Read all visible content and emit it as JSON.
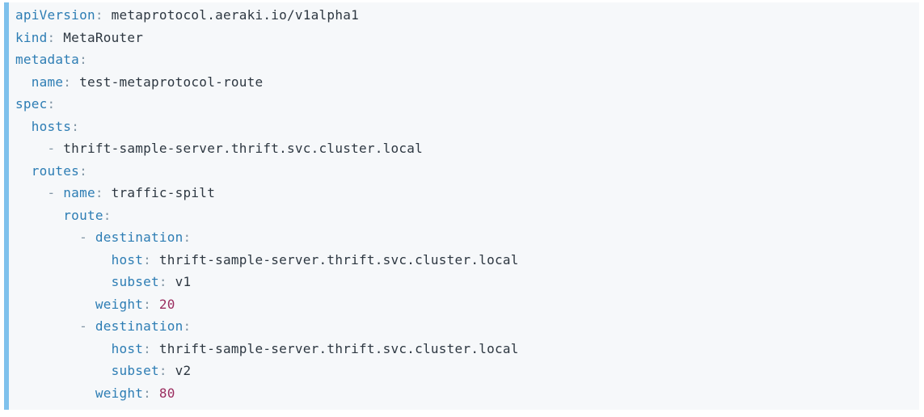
{
  "colors": {
    "page_background": "#ffffff",
    "code_background": "#f6f8fa",
    "accent_bar": "#7fc1ec",
    "key": "#2d7db4",
    "punctuation": "#8296a5",
    "value": "#2d3741",
    "number": "#9b2d5f"
  },
  "code_block": {
    "language": "yaml",
    "lines": [
      {
        "segments": [
          {
            "type": "key",
            "text": "apiVersion"
          },
          {
            "type": "punct",
            "text": ": "
          },
          {
            "type": "plain",
            "text": "metaprotocol.aeraki.io/v1alpha1"
          }
        ]
      },
      {
        "segments": [
          {
            "type": "key",
            "text": "kind"
          },
          {
            "type": "punct",
            "text": ": "
          },
          {
            "type": "plain",
            "text": "MetaRouter"
          }
        ]
      },
      {
        "segments": [
          {
            "type": "key",
            "text": "metadata"
          },
          {
            "type": "punct",
            "text": ":"
          }
        ]
      },
      {
        "segments": [
          {
            "type": "plain",
            "text": "  "
          },
          {
            "type": "key",
            "text": "name"
          },
          {
            "type": "punct",
            "text": ": "
          },
          {
            "type": "plain",
            "text": "test-metaprotocol-route"
          }
        ]
      },
      {
        "segments": [
          {
            "type": "key",
            "text": "spec"
          },
          {
            "type": "punct",
            "text": ":"
          }
        ]
      },
      {
        "segments": [
          {
            "type": "plain",
            "text": "  "
          },
          {
            "type": "key",
            "text": "hosts"
          },
          {
            "type": "punct",
            "text": ":"
          }
        ]
      },
      {
        "segments": [
          {
            "type": "plain",
            "text": "    "
          },
          {
            "type": "punct",
            "text": "- "
          },
          {
            "type": "plain",
            "text": "thrift-sample-server.thrift.svc.cluster.local"
          }
        ]
      },
      {
        "segments": [
          {
            "type": "plain",
            "text": "  "
          },
          {
            "type": "key",
            "text": "routes"
          },
          {
            "type": "punct",
            "text": ":"
          }
        ]
      },
      {
        "segments": [
          {
            "type": "plain",
            "text": "    "
          },
          {
            "type": "punct",
            "text": "- "
          },
          {
            "type": "key",
            "text": "name"
          },
          {
            "type": "punct",
            "text": ": "
          },
          {
            "type": "plain",
            "text": "traffic-spilt"
          }
        ]
      },
      {
        "segments": [
          {
            "type": "plain",
            "text": "      "
          },
          {
            "type": "key",
            "text": "route"
          },
          {
            "type": "punct",
            "text": ":"
          }
        ]
      },
      {
        "segments": [
          {
            "type": "plain",
            "text": "        "
          },
          {
            "type": "punct",
            "text": "- "
          },
          {
            "type": "key",
            "text": "destination"
          },
          {
            "type": "punct",
            "text": ":"
          }
        ]
      },
      {
        "segments": [
          {
            "type": "plain",
            "text": "            "
          },
          {
            "type": "key",
            "text": "host"
          },
          {
            "type": "punct",
            "text": ": "
          },
          {
            "type": "plain",
            "text": "thrift-sample-server.thrift.svc.cluster.local"
          }
        ]
      },
      {
        "segments": [
          {
            "type": "plain",
            "text": "            "
          },
          {
            "type": "key",
            "text": "subset"
          },
          {
            "type": "punct",
            "text": ": "
          },
          {
            "type": "plain",
            "text": "v1"
          }
        ]
      },
      {
        "segments": [
          {
            "type": "plain",
            "text": "          "
          },
          {
            "type": "key",
            "text": "weight"
          },
          {
            "type": "punct",
            "text": ": "
          },
          {
            "type": "num",
            "text": "20"
          }
        ]
      },
      {
        "segments": [
          {
            "type": "plain",
            "text": "        "
          },
          {
            "type": "punct",
            "text": "- "
          },
          {
            "type": "key",
            "text": "destination"
          },
          {
            "type": "punct",
            "text": ":"
          }
        ]
      },
      {
        "segments": [
          {
            "type": "plain",
            "text": "            "
          },
          {
            "type": "key",
            "text": "host"
          },
          {
            "type": "punct",
            "text": ": "
          },
          {
            "type": "plain",
            "text": "thrift-sample-server.thrift.svc.cluster.local"
          }
        ]
      },
      {
        "segments": [
          {
            "type": "plain",
            "text": "            "
          },
          {
            "type": "key",
            "text": "subset"
          },
          {
            "type": "punct",
            "text": ": "
          },
          {
            "type": "plain",
            "text": "v2"
          }
        ]
      },
      {
        "segments": [
          {
            "type": "plain",
            "text": "          "
          },
          {
            "type": "key",
            "text": "weight"
          },
          {
            "type": "punct",
            "text": ": "
          },
          {
            "type": "num",
            "text": "80"
          }
        ]
      }
    ]
  }
}
